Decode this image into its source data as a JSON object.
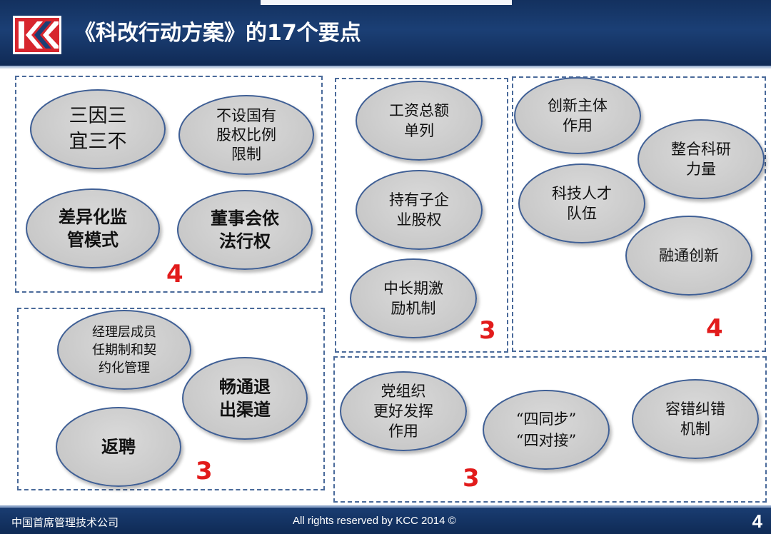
{
  "header": {
    "title": "《科改行动方案》的17个要点"
  },
  "panels": [
    {
      "count": "4",
      "items": [
        "三因三\n宜三不",
        "不设国有\n股权比例\n限制",
        "差异化监\n管模式",
        "董事会依\n法行权"
      ]
    },
    {
      "count": "3",
      "items": [
        "经理层成员\n任期制和契\n约化管理",
        "畅通退\n出渠道",
        "返聘"
      ]
    },
    {
      "count": "3",
      "items": [
        "工资总额\n单列",
        "持有子企\n业股权",
        "中长期激\n励机制"
      ]
    },
    {
      "count": "4",
      "items": [
        "创新主体\n作用",
        "整合科研\n力量",
        "科技人才\n队伍",
        "融通创新"
      ]
    },
    {
      "count": "3",
      "items": [
        "党组织\n更好发挥\n作用",
        "“四同步”\n“四对接”",
        "容错纠错\n机制"
      ]
    }
  ],
  "footer": {
    "company": "中国首席管理技术公司",
    "rights": "All rights reserved by KCC 2014 ©",
    "page": "4"
  },
  "colors": {
    "header_bg": "#1b3f75",
    "accent_red": "#e21b1b",
    "bubble_fill": "#c9c9c9",
    "bubble_border": "#3f5f95"
  }
}
